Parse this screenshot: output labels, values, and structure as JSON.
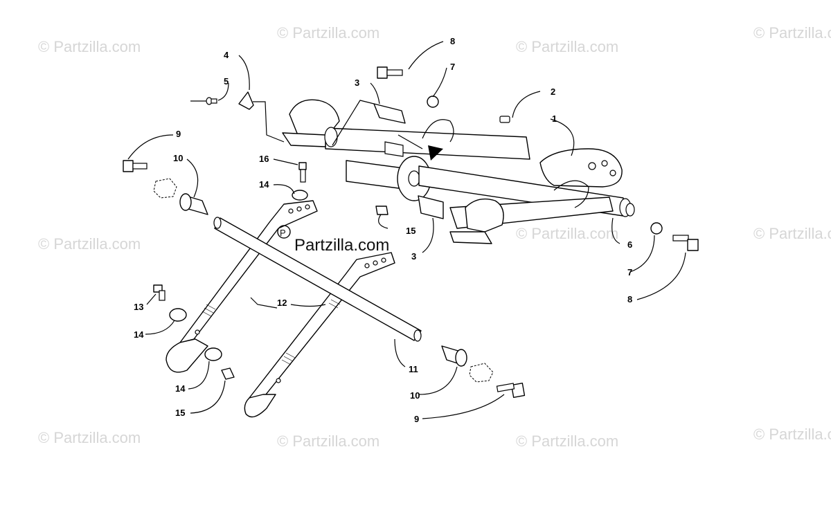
{
  "watermark": "© Partzilla.com",
  "center_watermark": "Partzilla.com",
  "callouts": {
    "c1": "1",
    "c2": "2",
    "c3a": "3",
    "c3b": "3",
    "c4": "4",
    "c5": "5",
    "c6": "6",
    "c7a": "7",
    "c7b": "7",
    "c8a": "8",
    "c8b": "8",
    "c9a": "9",
    "c9b": "9",
    "c10a": "10",
    "c10b": "10",
    "c11": "11",
    "c12": "12",
    "c13": "13",
    "c14a": "14",
    "c14b": "14",
    "c14c": "14",
    "c15a": "15",
    "c15b": "15",
    "c16": "16"
  }
}
